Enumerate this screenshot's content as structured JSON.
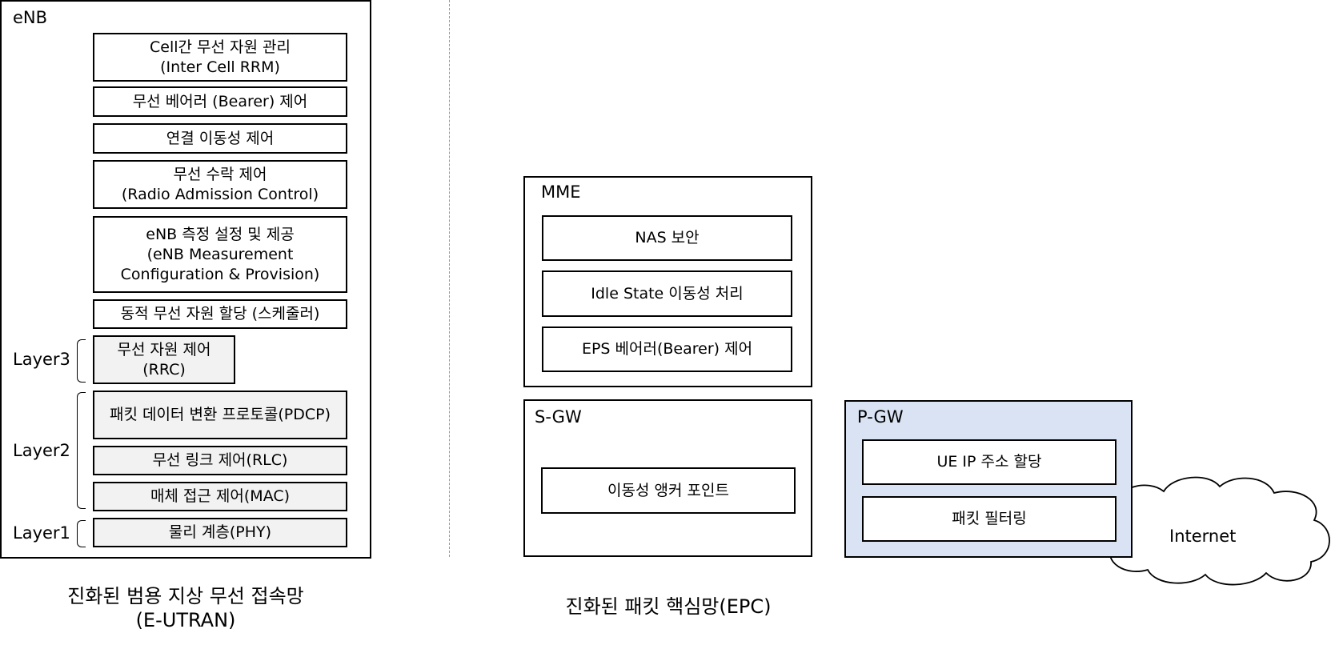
{
  "enb": {
    "title": "eNB",
    "functions": [
      {
        "text": "Cell간 무선 자원 관리\n(Inter Cell RRM)"
      },
      {
        "text": "무선 베어러 (Bearer) 제어"
      },
      {
        "text": "연결 이동성 제어"
      },
      {
        "text": "무선 수락 제어\n(Radio Admission Control)"
      },
      {
        "text": "eNB 측정 설정 및 제공\n(eNB Measurement\nConfiguration & Provision)"
      },
      {
        "text": "동적 무선 자원 할당 (스케줄러)"
      }
    ],
    "layers": [
      {
        "label": "Layer3",
        "items": [
          "무선 자원 제어\n(RRC)"
        ]
      },
      {
        "label": "Layer2",
        "items": [
          "패킷 데이터 변환 프로토콜(PDCP)",
          "무선 링크 제어(RLC)",
          "매체 접근 제어(MAC)"
        ]
      },
      {
        "label": "Layer1",
        "items": [
          "물리 계층(PHY)"
        ]
      }
    ],
    "caption": "진화된 범용 지상 무선 접속망\n(E-UTRAN)"
  },
  "epc": {
    "mme": {
      "title": "MME",
      "items": [
        "NAS 보안",
        "Idle State 이동성 처리",
        "EPS 베어러(Bearer) 제어"
      ]
    },
    "sgw": {
      "title": "S-GW",
      "items": [
        "이동성 앵커 포인트"
      ]
    },
    "pgw": {
      "title": "P-GW",
      "items": [
        "UE IP 주소 할당",
        "패킷 필터링"
      ],
      "fill": "#dae3f3"
    },
    "caption": "진화된 패킷 핵심망(EPC)"
  },
  "internet": {
    "label": "Internet"
  }
}
